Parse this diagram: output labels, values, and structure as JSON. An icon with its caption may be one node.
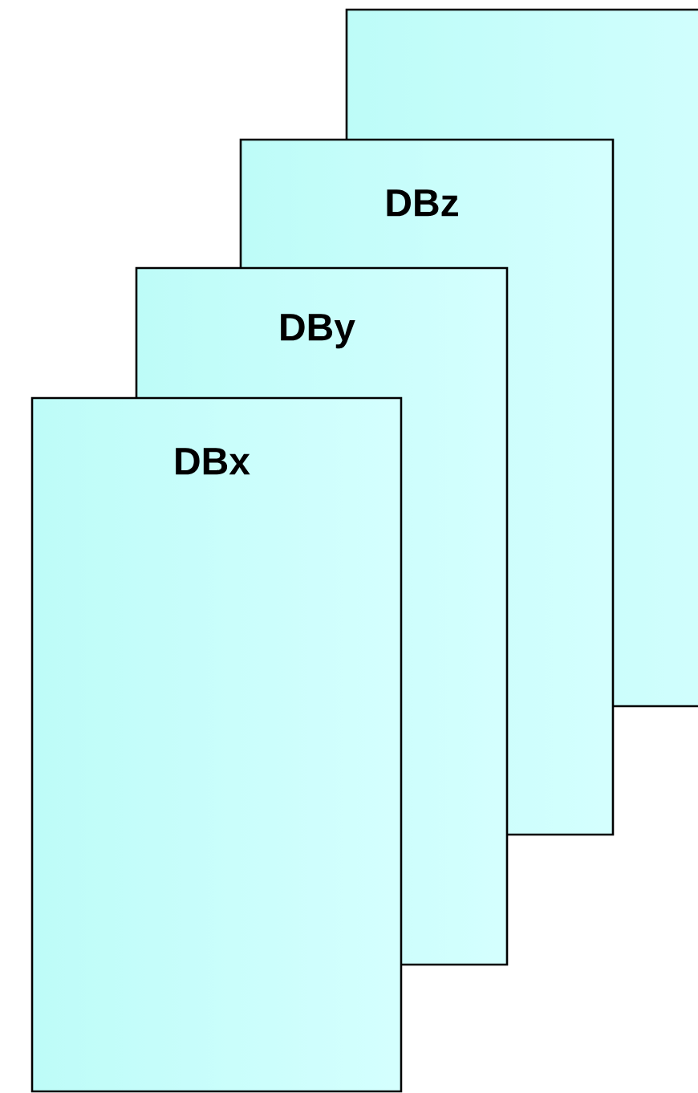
{
  "diagram": {
    "nodes": [
      {
        "text": [],
        "shape": "box"
      },
      {
        "text": [
          "DBz"
        ]
      },
      {
        "text": [
          "DBy"
        ]
      },
      {
        "text": [
          "DBx"
        ]
      }
    ]
  }
}
